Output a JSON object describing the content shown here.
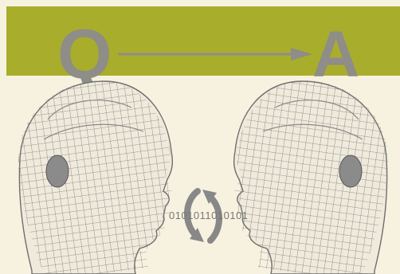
{
  "header": {
    "question_letter": "Q",
    "answer_letter": "A"
  },
  "center": {
    "binary_text": "0101011010101"
  },
  "colors": {
    "band": "#a9ad2c",
    "background": "#f7f2df",
    "letters": "#8e8d87",
    "wireframe": "#777777"
  },
  "icons": [
    "arrow-right-icon",
    "refresh-cycle-icon",
    "wireframe-head-left",
    "wireframe-head-right"
  ]
}
